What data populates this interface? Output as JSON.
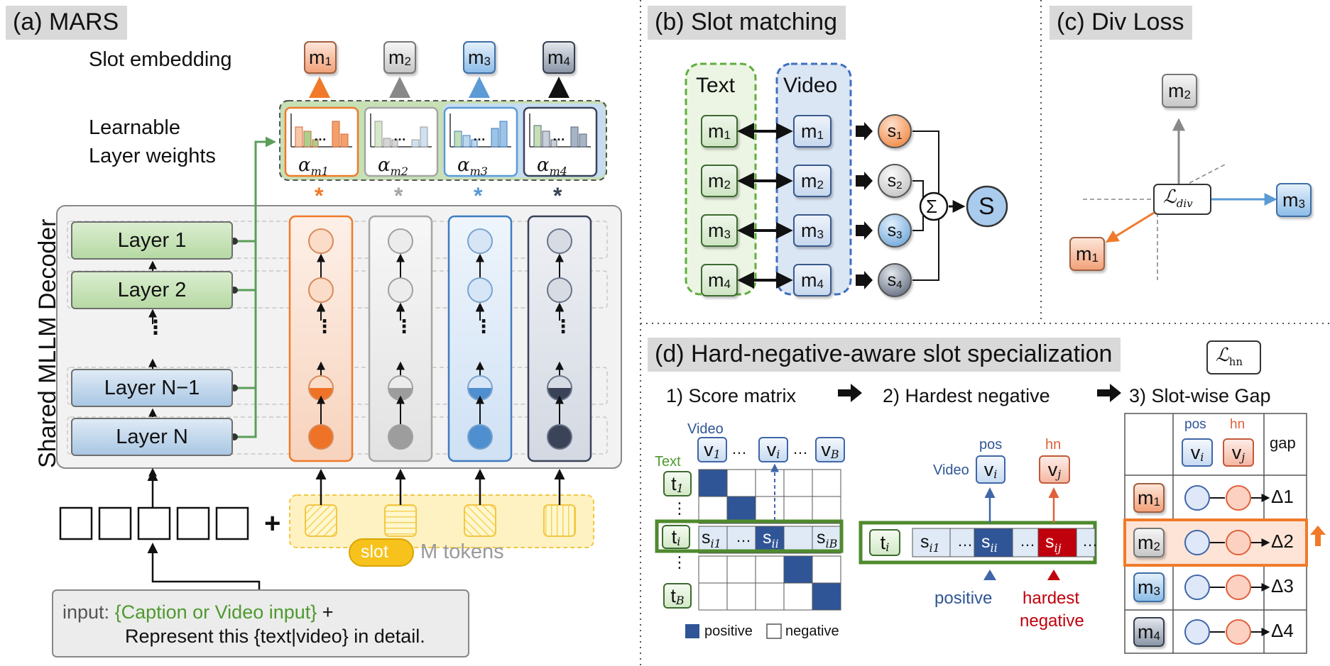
{
  "panels": {
    "a": "(a) MARS",
    "b": "(b) Slot matching",
    "c": "(c) Div Loss",
    "d": "(d) Hard-negative-aware slot specialization"
  },
  "mars": {
    "slot_embedding_label": "Slot embedding",
    "learnable_label_1": "Learnable",
    "learnable_label_2": "Layer weights",
    "decoder_label": "Shared MLLM Decoder",
    "layers": [
      "Layer 1",
      "Layer 2",
      "Layer N−1",
      "Layer N"
    ],
    "dots": "⋮",
    "alphas": [
      "α",
      "α",
      "α",
      "α"
    ],
    "alpha_subs": [
      "m1",
      "m2",
      "m3",
      "m4"
    ],
    "bar_dots": "…",
    "asterisk": "*",
    "plus": "+",
    "slot_pill": "slot",
    "m_tokens": "M tokens",
    "input_prefix": "input: ",
    "input_green": "{Caption or Video input}",
    "input_plus": " +",
    "input_line2": "Represent this {text|video} in detail.",
    "colors": {
      "orange": "#f07a2a",
      "gray": "#a6a6a6",
      "blue": "#5b9bd5",
      "navy": "#3a4358",
      "green": "#5a9e5a"
    }
  },
  "slots": {
    "m": "m",
    "subs": [
      "1",
      "2",
      "3",
      "4"
    ],
    "s": "s"
  },
  "matching": {
    "text_label": "Text",
    "video_label": "Video",
    "sigma": "Σ",
    "S": "S"
  },
  "divloss": {
    "L": "ℒ",
    "sub": "div"
  },
  "hn": {
    "L": "ℒ",
    "sub": "hn",
    "step1": "1) Score matrix",
    "step2": "2) Hardest negative",
    "step3": "3) Slot-wise Gap",
    "arrow": "➡",
    "video": "Video",
    "text": "Text",
    "v": "v",
    "t": "t",
    "s": "s",
    "sub_1": "1",
    "sub_i": "i",
    "sub_B": "B",
    "sub_j": "j",
    "sub_i1": "i1",
    "sub_ii": "ii",
    "sub_iB": "iB",
    "sub_ij": "ij",
    "hdots": "…",
    "vdots": "⋮",
    "pos": "pos",
    "hn": "hn",
    "positive": "positive",
    "hardest_1": "hardest",
    "hardest_2": "negative",
    "legend_pos": "positive",
    "legend_neg": "negative",
    "gap": "gap",
    "deltas": [
      "Δ1",
      "Δ2",
      "Δ3",
      "Δ4"
    ],
    "up_arrow": "⬆"
  }
}
